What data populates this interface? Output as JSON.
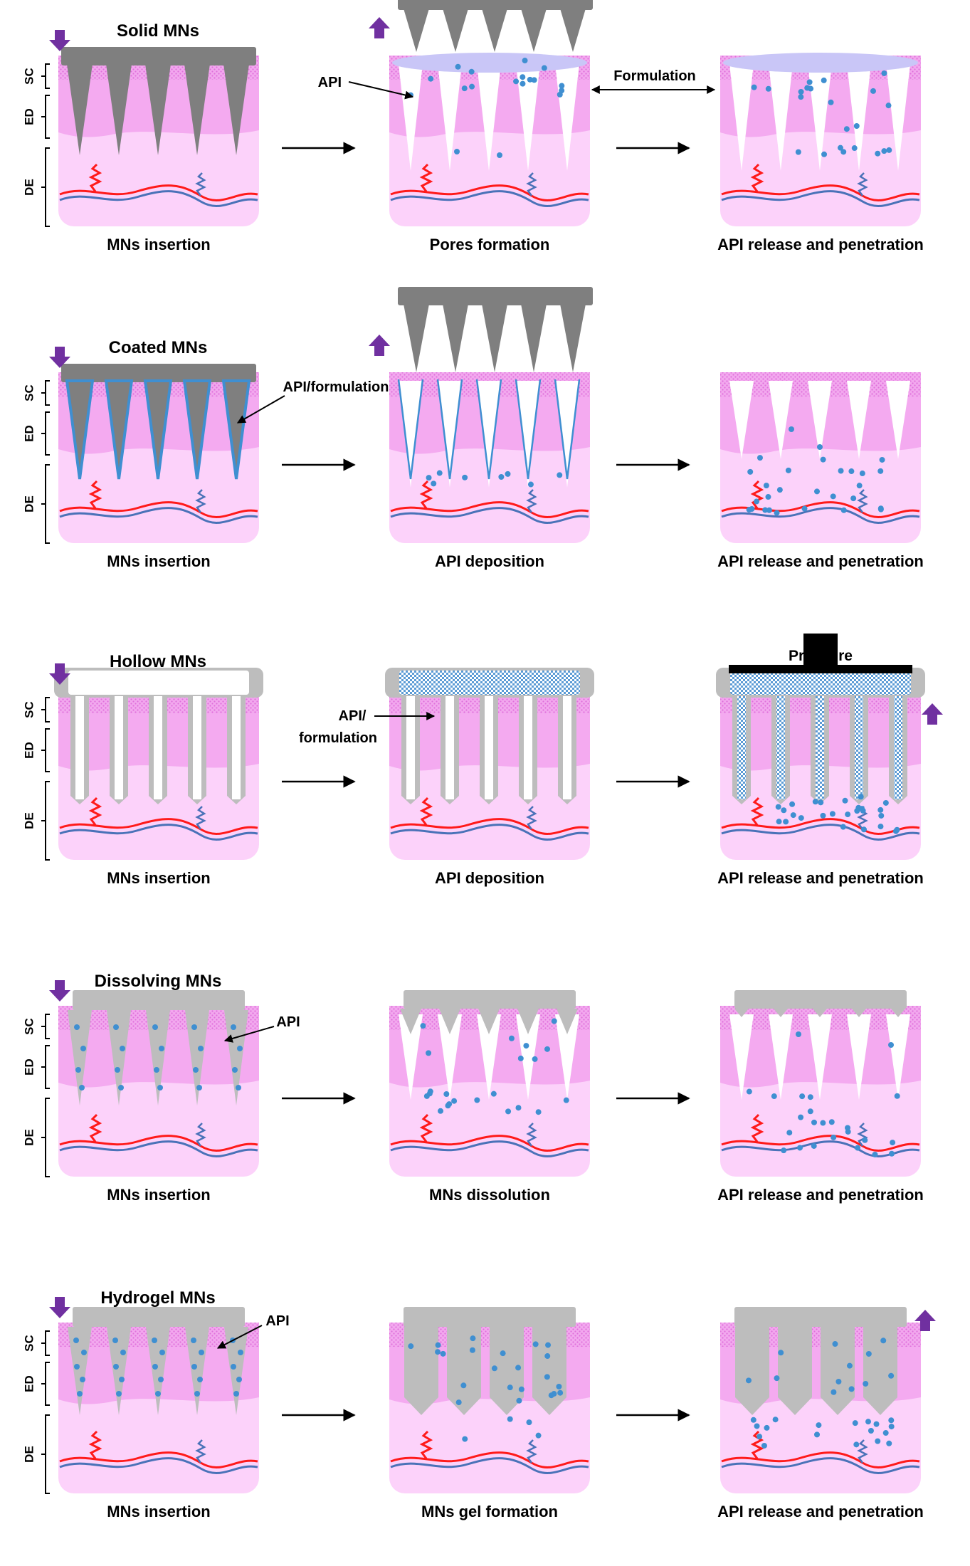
{
  "layers": {
    "sc": "SC",
    "ed": "ED",
    "de": "DE"
  },
  "colors": {
    "needle_gray": "#7f7f7f",
    "needle_light_gray": "#bdbdbd",
    "skin_pink": "#f4aaf0",
    "skin_pale": "#fcd2fa",
    "sc_dots": "#e77ee3",
    "api_blue": "#3f8fd1",
    "vessel_red": "#ff1a1a",
    "vessel_blue": "#4a72b8",
    "arrow_purple": "#7030a0",
    "formulation_lavender": "#c9c6f7"
  },
  "rows": [
    {
      "type": "solid",
      "title": "Solid MNs",
      "callouts": [
        "API",
        "Formulation"
      ],
      "steps": [
        "MNs insertion",
        "Pores formation",
        "API release and penetration"
      ]
    },
    {
      "type": "coated",
      "title": "Coated MNs",
      "callouts": [
        "API/formulation"
      ],
      "steps": [
        "MNs insertion",
        "API deposition",
        "API release and penetration"
      ]
    },
    {
      "type": "hollow",
      "title": "Hollow MNs",
      "callouts": [
        "API/",
        "formulation",
        "Pressure"
      ],
      "steps": [
        "MNs insertion",
        "API deposition",
        "API release and penetration"
      ]
    },
    {
      "type": "dissolving",
      "title": "Dissolving MNs",
      "callouts": [
        "API"
      ],
      "steps": [
        "MNs insertion",
        "MNs dissolution",
        "API release and penetration"
      ]
    },
    {
      "type": "hydrogel",
      "title": "Hydrogel MNs",
      "callouts": [
        "API"
      ],
      "steps": [
        "MNs insertion",
        "MNs gel formation",
        "API release and penetration"
      ]
    }
  ]
}
